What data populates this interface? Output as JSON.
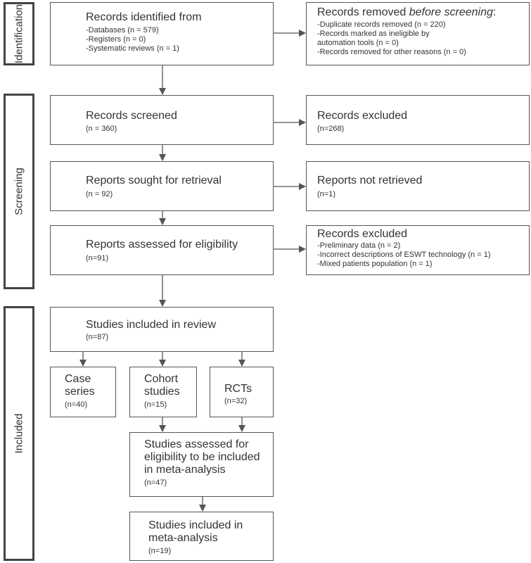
{
  "phases": {
    "identification": "Identification",
    "screening": "Screening",
    "included": "Included"
  },
  "identified": {
    "title": "Records identified from",
    "lines": [
      "-Databases (n = 579)",
      "-Registers (n = 0)",
      "-Systematic reviews (n = 1)"
    ]
  },
  "removed": {
    "title_prefix": "Records removed ",
    "title_emph": "before screening",
    "title_suffix": ":",
    "lines": [
      "-Duplicate records removed (n = 220)",
      "-Records marked as ineligible by",
      " automation tools (n = 0)",
      "-Records removed for other reasons (n = 0)"
    ]
  },
  "screened": {
    "title": "Records screened",
    "count": "(n = 360)"
  },
  "excluded1": {
    "title": "Records excluded",
    "count": "(n=268)"
  },
  "sought": {
    "title": "Reports sought for retrieval",
    "count": "(n = 92)"
  },
  "not_retrieved": {
    "title": "Reports not retrieved",
    "count": "(n=1)"
  },
  "assessed": {
    "title": "Reports assessed for eligibility",
    "count": "(n=91)"
  },
  "excluded2": {
    "title": "Records excluded",
    "lines": [
      "-Preliminary data (n = 2)",
      "-Incorrect descriptions of ESWT technology (n = 1)",
      "-Mixed patients population (n = 1)"
    ]
  },
  "included_review": {
    "title": "Studies included in review",
    "count": "(n=87)"
  },
  "case_series": {
    "line1": "Case",
    "line2": "series",
    "count": "(n=40)"
  },
  "cohort": {
    "line1": "Cohort",
    "line2": "studies",
    "count": "(n=15)"
  },
  "rcts": {
    "title": "RCTs",
    "count": "(n=32)"
  },
  "meta_assessed": {
    "lines": [
      "Studies assessed for",
      "eligibility to be included",
      "in meta-analysis"
    ],
    "count": "(n=47)"
  },
  "meta_included": {
    "lines": [
      "Studies included in",
      "meta-analysis"
    ],
    "count": "(n=19)"
  }
}
